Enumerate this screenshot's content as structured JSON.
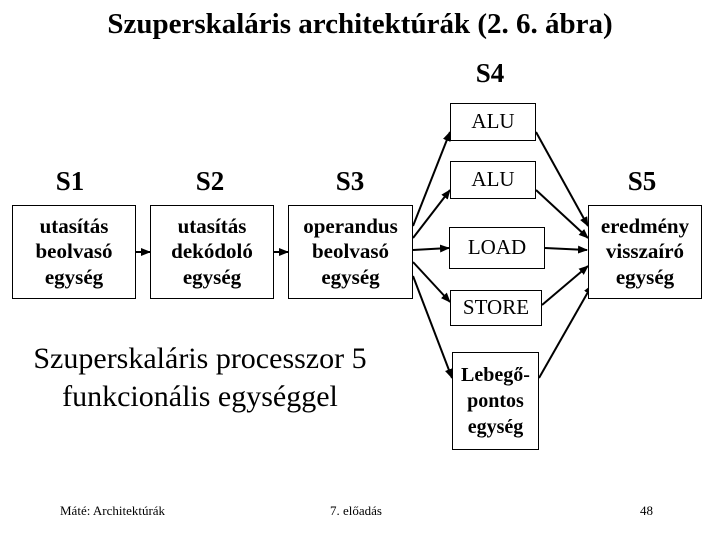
{
  "title": "Szuperskaláris architektúrák (2. 6. ábra)",
  "stages": [
    {
      "header": "S1",
      "text": "utasítás\nbeolvasó\negység"
    },
    {
      "header": "S2",
      "text": "utasítás\ndekódoló\negység"
    },
    {
      "header": "S3",
      "text": "operandus\nbeolvasó\negység"
    },
    {
      "header": "S5",
      "text": "eredmény\nvisszaíró\negység"
    }
  ],
  "s4": {
    "header": "S4",
    "units": [
      "ALU",
      "ALU",
      "LOAD",
      "STORE",
      "Lebegő-\npontos\negység"
    ]
  },
  "caption": "Szuperskaláris processzor 5\nfunkcionális egységgel",
  "footer": {
    "left": "Máté: Architektúrák",
    "center": "7. előadás",
    "page": "48"
  }
}
